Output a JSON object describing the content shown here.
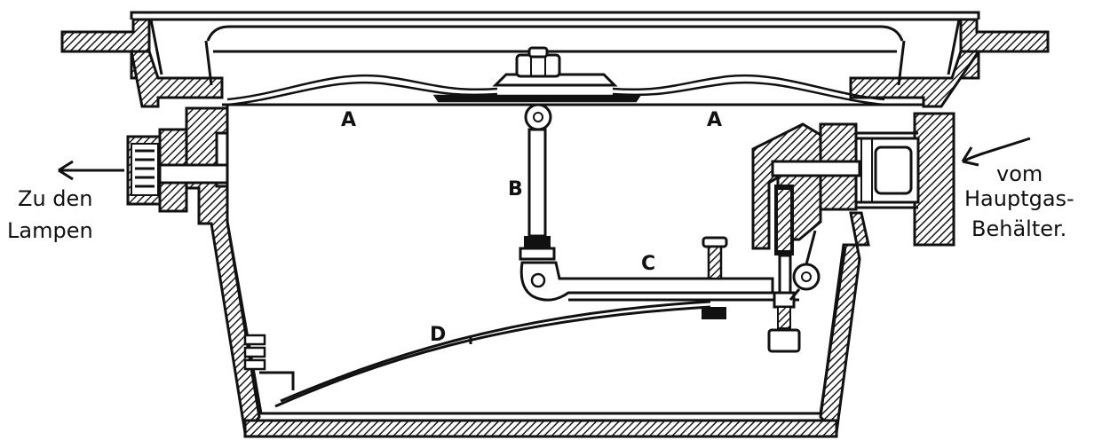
{
  "figure": {
    "part_labels": {
      "a_left": "A",
      "a_right": "A",
      "b": "B",
      "c": "C",
      "d": "D"
    },
    "left_caption": [
      "Zu den",
      "Lampen"
    ],
    "right_caption": [
      "vom",
      "Hauptgas-",
      "Behälter."
    ]
  }
}
